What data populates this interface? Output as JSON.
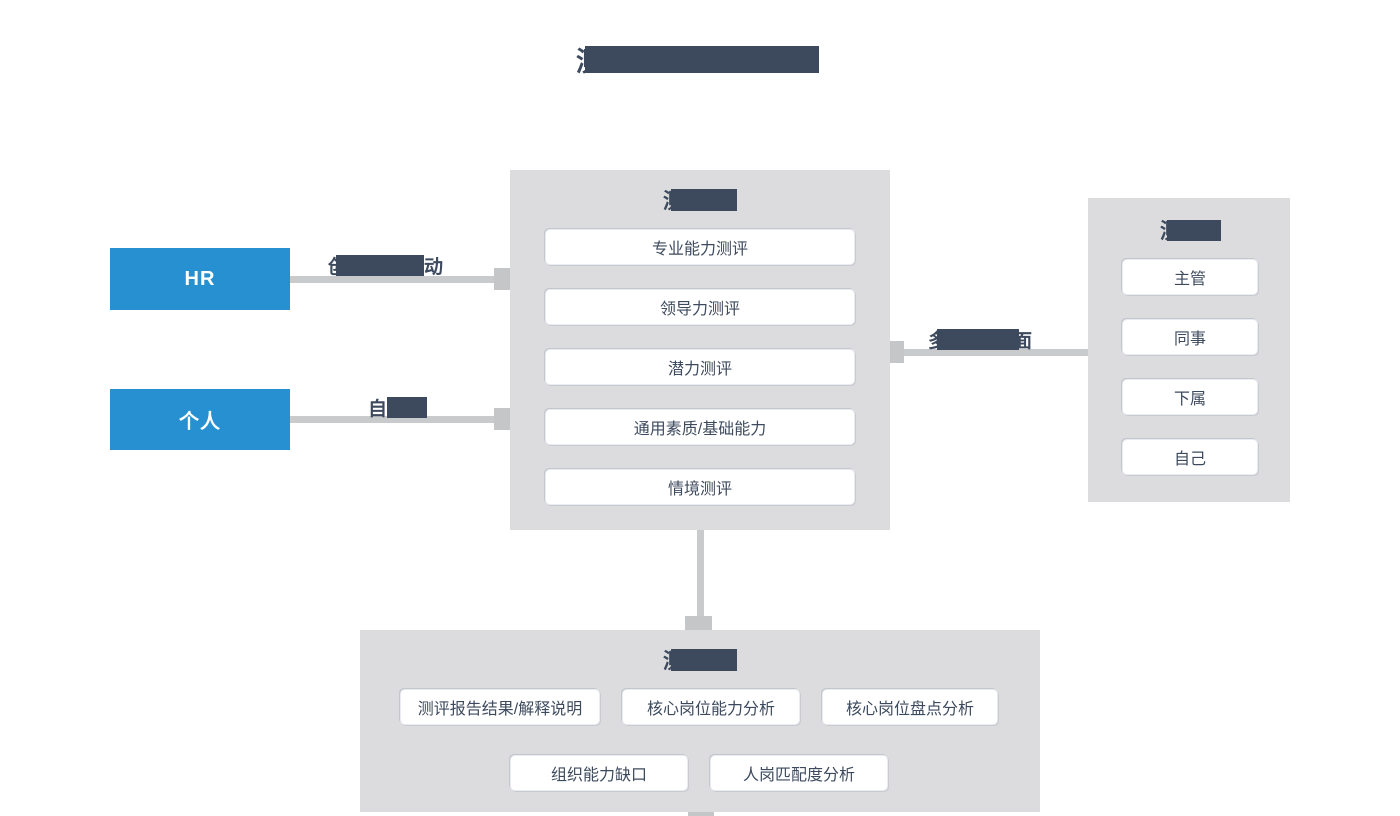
{
  "colors": {
    "accent_blue": "#2690d0",
    "panel_gray": "#dcdcde",
    "connector_gray": "#c9cacb",
    "port_gray": "#c5c6c8",
    "text_dark": "#3d4a5e",
    "box_white": "#ffffff"
  },
  "title": {
    "obscured": true,
    "visible_fragment": "测"
  },
  "actors": {
    "hr": "HR",
    "person": "个人"
  },
  "connector_labels": {
    "hr_to_center": {
      "obscured": true,
      "left_fragment": "创",
      "right_fragment": "动"
    },
    "person_to_center": {
      "obscured": true,
      "left_fragment": "自"
    },
    "center_to_right": {
      "obscured": true,
      "left_fragment": "多",
      "right_fragment": "面"
    }
  },
  "center_panel": {
    "header": {
      "obscured": true,
      "visible_fragment": "测"
    },
    "items": [
      "专业能力测评",
      "领导力测评",
      "潜力测评",
      "通用素质/基础能力",
      "情境测评"
    ]
  },
  "right_panel": {
    "header": {
      "obscured": true,
      "visible_fragment": "测"
    },
    "items": [
      "主管",
      "同事",
      "下属",
      "自己"
    ]
  },
  "bottom_panel": {
    "header": {
      "obscured": true,
      "visible_fragment": "测"
    },
    "row1": [
      "测评报告结果/解释说明",
      "核心岗位能力分析",
      "核心岗位盘点分析"
    ],
    "row2": [
      "组织能力缺口",
      "人岗匹配度分析"
    ]
  }
}
